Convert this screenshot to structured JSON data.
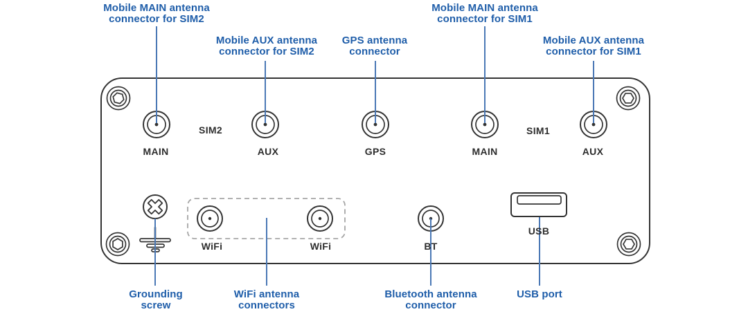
{
  "colors": {
    "label_blue": "#1e5da9",
    "line_blue": "#4a78b5",
    "outline_dark": "#333333",
    "panel_text": "#2d2d2d",
    "dashed_gray": "#a6a6a6",
    "background": "#ffffff"
  },
  "callouts": {
    "mobile_main_sim2": "Mobile MAIN antenna\nconnector for SIM2",
    "mobile_aux_sim2": "Mobile AUX antenna\nconnector for SIM2",
    "gps_antenna": "GPS antenna\nconnector",
    "mobile_main_sim1": "Mobile MAIN antenna\nconnector for SIM1",
    "mobile_aux_sim1": "Mobile AUX antenna\nconnector for SIM1",
    "grounding_screw": "Grounding\nscrew",
    "wifi_antenna": "WiFi antenna\nconnectors",
    "bluetooth_antenna": "Bluetooth antenna\nconnector",
    "usb_port": "USB port"
  },
  "panel": {
    "labels": {
      "main_sim2": "MAIN",
      "sim2": "SIM2",
      "aux_sim2": "AUX",
      "gps": "GPS",
      "main_sim1": "MAIN",
      "sim1": "SIM1",
      "aux_sim1": "AUX",
      "wifi_left": "WiFi",
      "wifi_right": "WiFi",
      "bt": "BT",
      "usb": "USB"
    }
  }
}
